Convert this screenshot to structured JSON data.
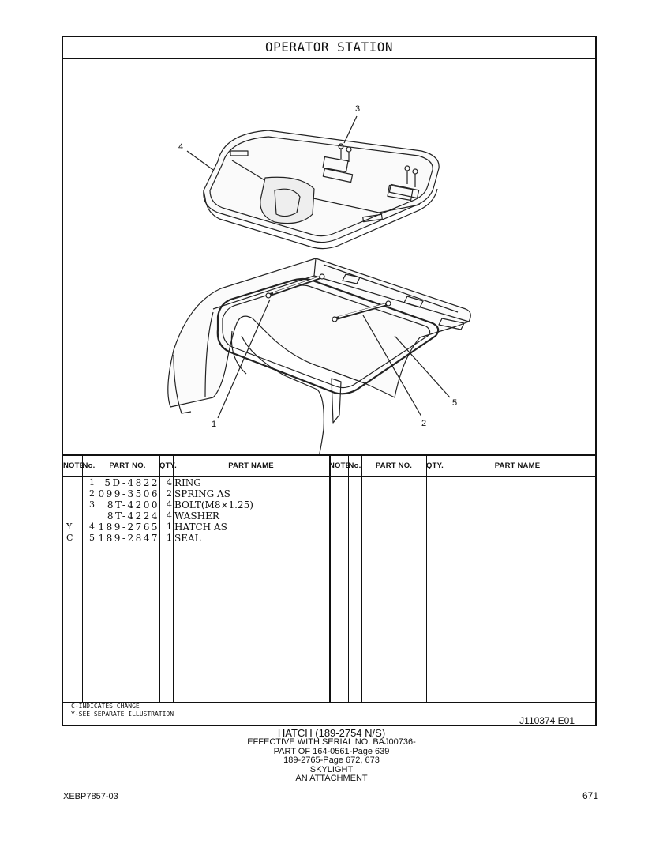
{
  "section_title": "OPERATOR STATION",
  "callouts": [
    "1",
    "2",
    "3",
    "4",
    "5"
  ],
  "table": {
    "headers": {
      "note": "NOTE",
      "no": "No.",
      "part_no": "PART NO.",
      "qty": "QTY.",
      "part_name": "PART NAME"
    },
    "rows": [
      {
        "note": "",
        "no": "1",
        "part_no": "5D-4822",
        "qty": "4",
        "name": "RING"
      },
      {
        "note": "",
        "no": "2",
        "part_no": "099-3506",
        "qty": "2",
        "name": "SPRING AS"
      },
      {
        "note": "",
        "no": "3",
        "part_no": "8T-4200",
        "qty": "4",
        "name": "BOLT(M8×1.25)"
      },
      {
        "note": "",
        "no": "",
        "part_no": "8T-4224",
        "qty": "4",
        "name": "WASHER"
      },
      {
        "note": "Y",
        "no": "4",
        "part_no": "189-2765",
        "qty": "1",
        "name": "HATCH AS"
      },
      {
        "note": "C",
        "no": "5",
        "part_no": "189-2847",
        "qty": "1",
        "name": "SEAL"
      }
    ]
  },
  "footnotes": [
    "C-INDICATES CHANGE",
    "Y-SEE SEPARATE ILLUSTRATION"
  ],
  "illustration_code": "J110374  E01",
  "caption": [
    "HATCH (189-2754 N/S)",
    "EFFECTIVE WITH SERIAL NO. BAJ00736-",
    "PART OF 164-0561-Page 639",
    "189-2765-Page 672, 673",
    "SKYLIGHT",
    "AN ATTACHMENT"
  ],
  "doc_id": "XEBP7857-03",
  "page_number": "671"
}
